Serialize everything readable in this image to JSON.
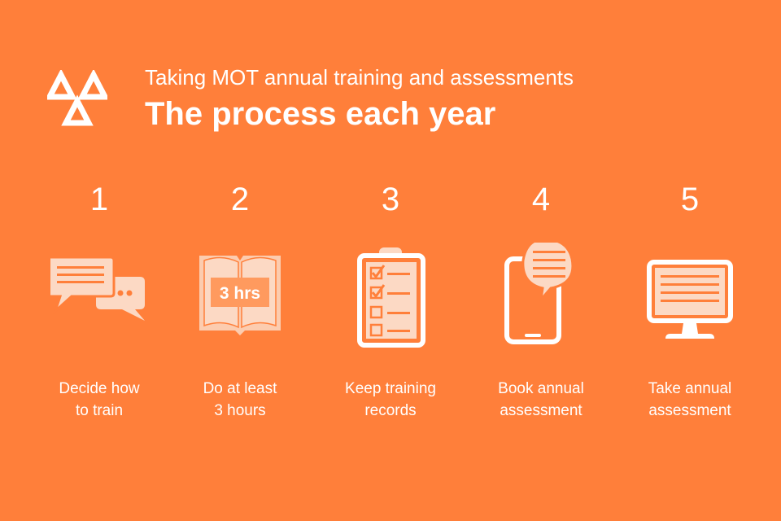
{
  "header": {
    "subtitle": "Taking MOT annual training and assessments",
    "title": "The process each year"
  },
  "logo": {
    "icon": "mot-triangles-logo-icon"
  },
  "steps": [
    {
      "number": "1",
      "icon": "speech-bubbles-icon",
      "label_lines": [
        "Decide how",
        "to train"
      ]
    },
    {
      "number": "2",
      "icon": "open-book-icon",
      "icon_text": "3 hrs",
      "label_lines": [
        "Do at least",
        "3 hours"
      ]
    },
    {
      "number": "3",
      "icon": "clipboard-checklist-icon",
      "label_lines": [
        "Keep training",
        "records"
      ]
    },
    {
      "number": "4",
      "icon": "phone-message-icon",
      "label_lines": [
        "Book annual",
        "assessment"
      ]
    },
    {
      "number": "5",
      "icon": "computer-monitor-icon",
      "label_lines": [
        "Take annual",
        "assessment"
      ]
    }
  ],
  "colors": {
    "background": "#FF7F3A",
    "foreground": "#FFFFFF",
    "icon_fill": "#FCD9C4"
  }
}
